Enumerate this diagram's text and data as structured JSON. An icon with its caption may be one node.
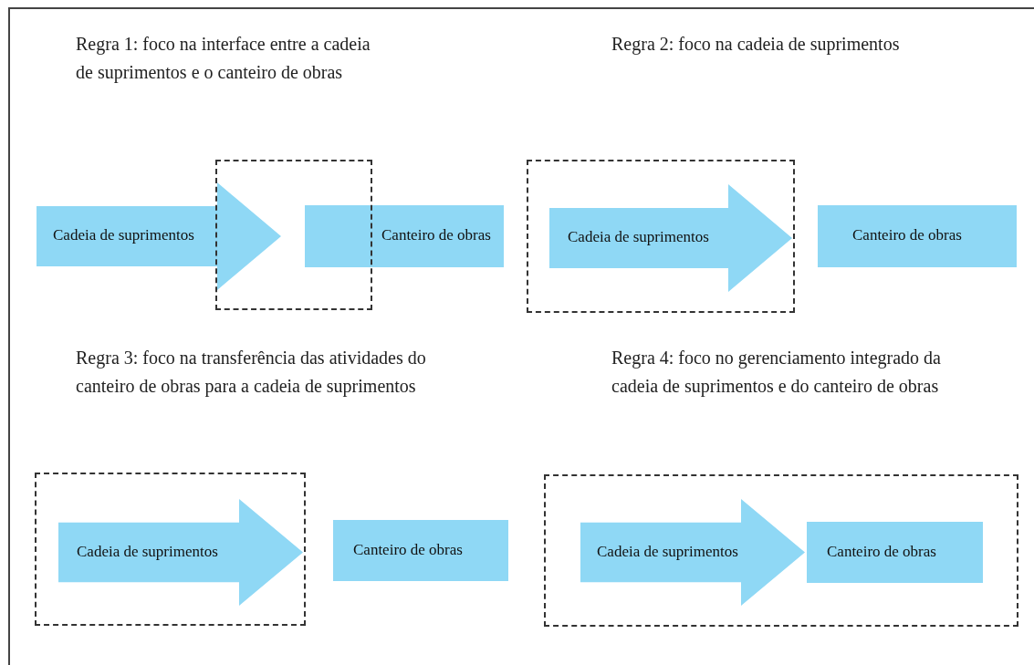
{
  "diagram": {
    "nodes": [
      {
        "text": [
          "Cadeia de suprimentos"
        ]
      },
      {
        "text": [
          "Canteiro de obras"
        ]
      },
      {
        "text": [],
        "shape": "box"
      },
      {
        "text": [],
        "shape": "box"
      },
      {
        "text": [
          "Cadeia de suprimentos"
        ],
        "in": 3
      },
      {
        "text": [
          "Canteiro de obras"
        ]
      },
      {
        "text": [],
        "shape": "box"
      },
      {
        "text": [
          "Cadeia de suprimentos"
        ],
        "in": 6
      },
      {
        "text": [
          "Canteiro de obras"
        ]
      },
      {
        "text": [],
        "shape": "box"
      },
      {
        "text": [
          "Cadeia de suprimentos"
        ],
        "in": 9
      },
      {
        "text": [
          "Canteiro de obras"
        ],
        "in": 9
      }
    ],
    "labels": [
      "Regra 1: foco na interface entre a cadeia de suprimentos e o canteiro de obras",
      "Regra 2: foco na cadeia de suprimentos",
      "Regra 3: foco na transferência das atividades do canteiro de obras para a cadeia de suprimentos",
      "Regra 4: foco no gerenciamento integrado da cadeia de suprimentos e do canteiro de obras"
    ]
  }
}
